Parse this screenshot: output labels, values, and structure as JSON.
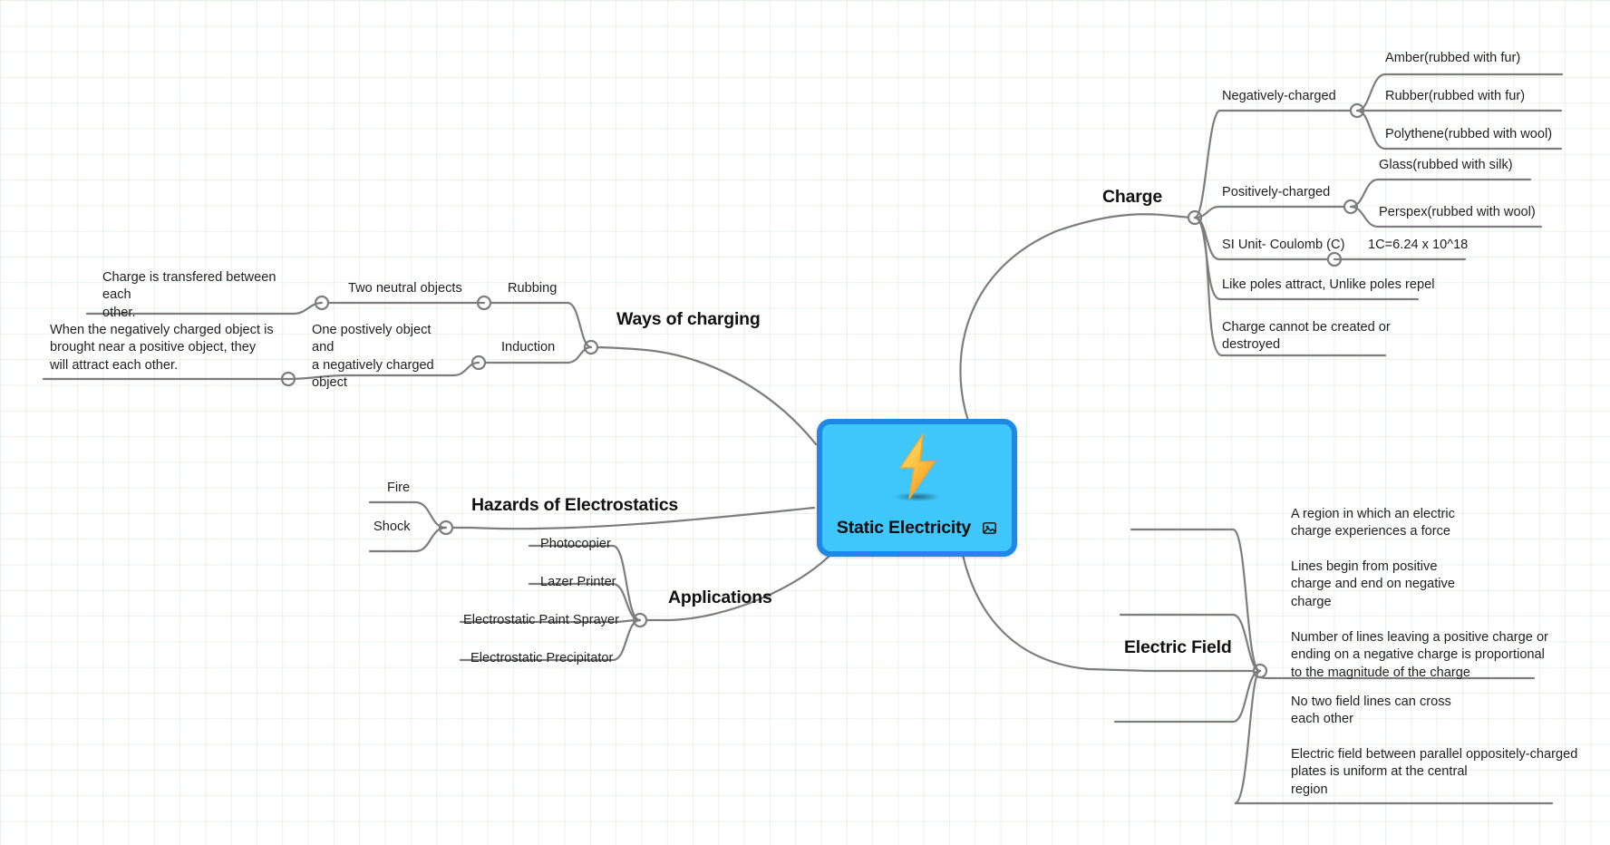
{
  "app": {
    "type": "mindmap",
    "background": "#ffffff",
    "grid_color": "#e7f0e7",
    "link_color": "#7d7d7d"
  },
  "central": {
    "title": "Static Electricity",
    "fill": "#3fc6fb",
    "border": "#1e88e5",
    "emoji_icon": "lightning-bolt",
    "attachment_icon": "image-icon"
  },
  "branches": [
    {
      "id": "charge",
      "label": "Charge",
      "children": [
        {
          "label": "Negatively-charged",
          "children": [
            {
              "label": "Amber(rubbed with fur)"
            },
            {
              "label": "Rubber(rubbed with fur)"
            },
            {
              "label": "Polythene(rubbed with wool)"
            }
          ]
        },
        {
          "label": "Positively-charged",
          "children": [
            {
              "label": "Glass(rubbed with silk)"
            },
            {
              "label": "Perspex(rubbed with wool)"
            }
          ]
        },
        {
          "label": "SI Unit- Coulomb (C)",
          "children": [
            {
              "label": "1C=6.24 x 10^18"
            }
          ]
        },
        {
          "label": "Like poles attract, Unlike poles repel"
        },
        {
          "label": "Charge cannot be created or\ndestroyed"
        }
      ]
    },
    {
      "id": "ways-of-charging",
      "label": "Ways of charging",
      "children": [
        {
          "label": "Rubbing",
          "children": [
            {
              "label": "Two neutral objects",
              "children": [
                {
                  "label": "Charge is transfered between each\nother."
                }
              ]
            }
          ]
        },
        {
          "label": "Induction",
          "children": [
            {
              "label": "One postively object and\na negatively charged\nobject",
              "children": [
                {
                  "label": "When the negatively charged object is\nbrought near a positive object, they\nwill attract each other."
                }
              ]
            }
          ]
        }
      ]
    },
    {
      "id": "hazards",
      "label": "Hazards of Electrostatics",
      "children": [
        {
          "label": "Fire"
        },
        {
          "label": "Shock"
        }
      ]
    },
    {
      "id": "applications",
      "label": "Applications",
      "children": [
        {
          "label": "Photocopier"
        },
        {
          "label": "Lazer Printer"
        },
        {
          "label": "Electrostatic Paint Sprayer"
        },
        {
          "label": "Electrostatic Precipitator"
        }
      ]
    },
    {
      "id": "electric-field",
      "label": "Electric Field",
      "children": [
        {
          "label": "A region in which an electric\ncharge experiences a force"
        },
        {
          "label": "Lines begin from positive\ncharge and end on negative\ncharge"
        },
        {
          "label": "Number of lines leaving a positive charge or\nending on a negative charge is proportional\nto the magnitude of the charge"
        },
        {
          "label": "No two field lines can cross\neach other"
        },
        {
          "label": "Electric field between parallel oppositely-charged\nplates is uniform at the central\nregion"
        }
      ]
    }
  ]
}
